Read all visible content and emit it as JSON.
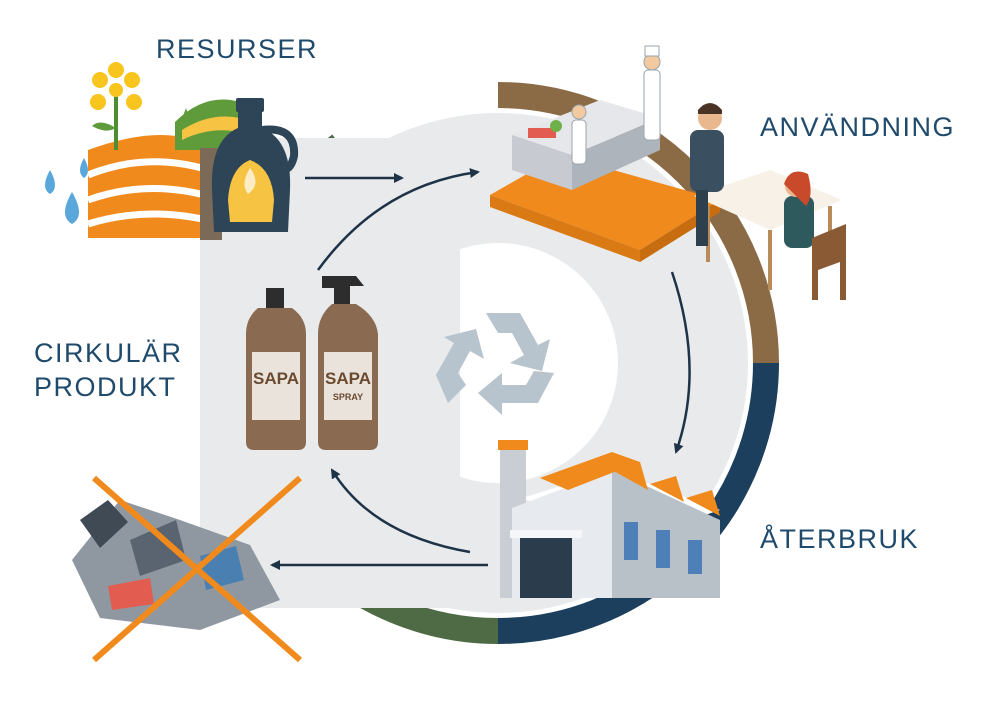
{
  "labels": {
    "resources": "RESURSER",
    "usage": "ANVÄNDNING",
    "reuse": "ÅTERBRUK",
    "circular_line1": "CIRKULÄR",
    "circular_line2": "PRODUKT"
  },
  "bottles": {
    "brand": "SAPA",
    "spray_label": "SPRAY"
  },
  "icons": {
    "center": "recycle-icon",
    "resources": "farm-field-and-oil-jug-icon",
    "usage": "restaurant-kitchen-icon",
    "reuse": "factory-icon",
    "waste": "crossed-out-waste-pile-icon"
  },
  "colors": {
    "label_text": "#1f4a6b",
    "ring_brown": "#8b6b45",
    "ring_navy": "#1d3f5e",
    "ring_green": "#4e6b45",
    "accent_orange": "#f08a1c",
    "inner_disc": "#e8eaeb"
  }
}
